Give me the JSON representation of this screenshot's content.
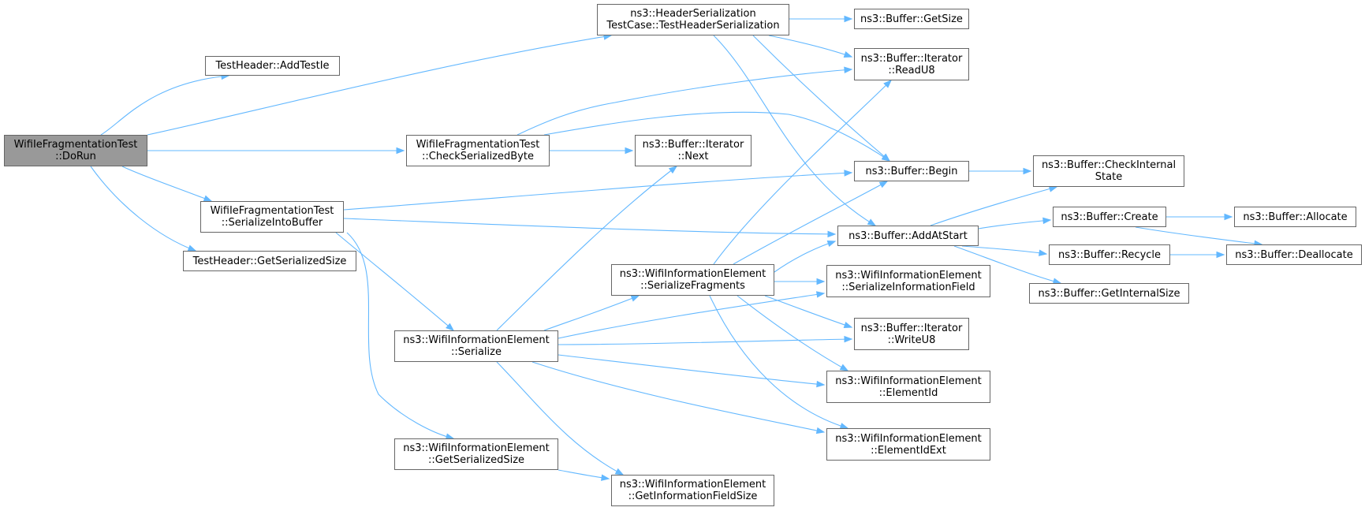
{
  "nodes": [
    {
      "id": "root",
      "lines": [
        "WifiIeFragmentationTest",
        "::DoRun"
      ],
      "root": true
    },
    {
      "id": "addtestie",
      "lines": [
        "TestHeader::AddTestIe"
      ]
    },
    {
      "id": "testheadser",
      "lines": [
        "ns3::HeaderSerialization",
        "TestCase::TestHeaderSerialization"
      ]
    },
    {
      "id": "getsize",
      "lines": [
        "ns3::Buffer::GetSize"
      ]
    },
    {
      "id": "readu8",
      "lines": [
        "ns3::Buffer::Iterator",
        "::ReadU8"
      ]
    },
    {
      "id": "checkbyte",
      "lines": [
        "WifiIeFragmentationTest",
        "::CheckSerializedByte"
      ]
    },
    {
      "id": "next",
      "lines": [
        "ns3::Buffer::Iterator",
        "::Next"
      ]
    },
    {
      "id": "begin",
      "lines": [
        "ns3::Buffer::Begin"
      ]
    },
    {
      "id": "checkinternal",
      "lines": [
        "ns3::Buffer::CheckInternal",
        "State"
      ]
    },
    {
      "id": "serinto",
      "lines": [
        "WifiIeFragmentationTest",
        "::SerializeIntoBuffer"
      ]
    },
    {
      "id": "addatstart",
      "lines": [
        "ns3::Buffer::AddAtStart"
      ]
    },
    {
      "id": "create",
      "lines": [
        "ns3::Buffer::Create"
      ]
    },
    {
      "id": "allocate",
      "lines": [
        "ns3::Buffer::Allocate"
      ]
    },
    {
      "id": "getsersize_th",
      "lines": [
        "TestHeader::GetSerializedSize"
      ]
    },
    {
      "id": "recycle",
      "lines": [
        "ns3::Buffer::Recycle"
      ]
    },
    {
      "id": "deallocate",
      "lines": [
        "ns3::Buffer::Deallocate"
      ]
    },
    {
      "id": "serfrag",
      "lines": [
        "ns3::WifiInformationElement",
        "::SerializeFragments"
      ]
    },
    {
      "id": "serinfo",
      "lines": [
        "ns3::WifiInformationElement",
        "::SerializeInformationField"
      ]
    },
    {
      "id": "getinternal",
      "lines": [
        "ns3::Buffer::GetInternalSize"
      ]
    },
    {
      "id": "serialize",
      "lines": [
        "ns3::WifiInformationElement",
        "::Serialize"
      ]
    },
    {
      "id": "writeu8",
      "lines": [
        "ns3::Buffer::Iterator",
        "::WriteU8"
      ]
    },
    {
      "id": "elemid",
      "lines": [
        "ns3::WifiInformationElement",
        "::ElementId"
      ]
    },
    {
      "id": "elemidext",
      "lines": [
        "ns3::WifiInformationElement",
        "::ElementIdExt"
      ]
    },
    {
      "id": "getsersize_wie",
      "lines": [
        "ns3::WifiInformationElement",
        "::GetSerializedSize"
      ]
    },
    {
      "id": "getinfosize",
      "lines": [
        "ns3::WifiInformationElement",
        "::GetInformationFieldSize"
      ]
    }
  ]
}
